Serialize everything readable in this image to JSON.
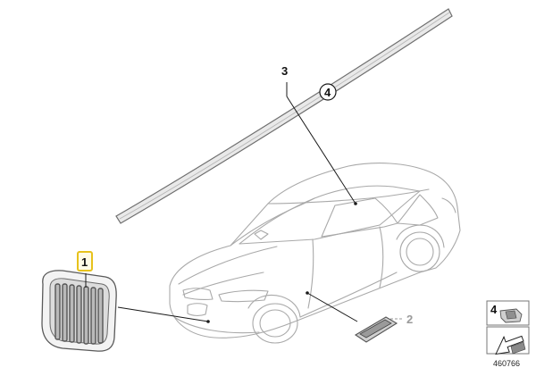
{
  "diagram": {
    "callouts": [
      {
        "id": "1",
        "label": "1"
      },
      {
        "id": "2",
        "label": "2"
      },
      {
        "id": "3",
        "label": "3"
      },
      {
        "id": "4",
        "label": "4"
      }
    ],
    "legend_label": "4",
    "reference_number": "460766",
    "colors": {
      "highlight": "#e7c21c",
      "line": "#1a1a1a",
      "car_outline": "#a9a9a9",
      "grey_callout": "#9a9a9a"
    }
  }
}
